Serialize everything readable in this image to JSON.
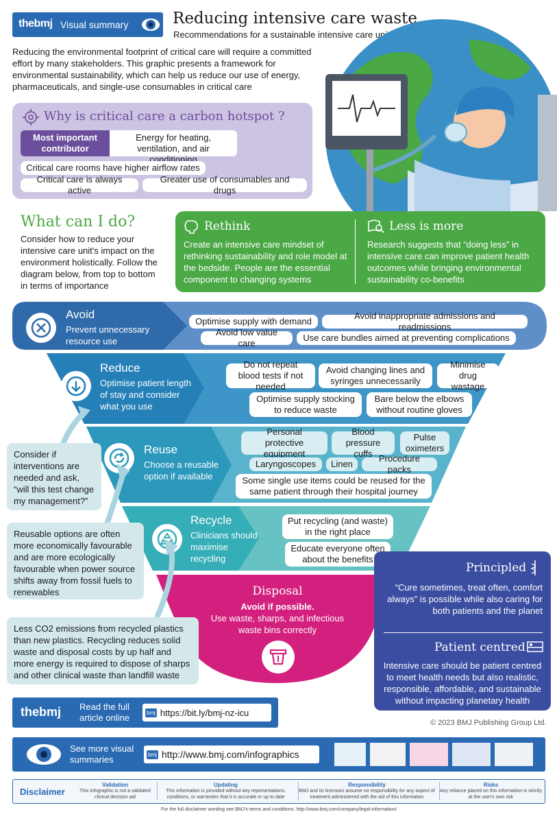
{
  "header": {
    "brand": "thebmj",
    "badge": "Visual summary",
    "title": "Reducing intensive care waste",
    "subtitle": "Recommendations for a sustainable intensive care unit",
    "intro": "Reducing the environmental footprint of critical care will require a committed effort by many stakeholders. This graphic presents a framework for environmental sustainability, which can help us reduce our use of energy, pharmaceuticals, and single-use consumables in critical care"
  },
  "hotspot": {
    "title": "Why is critical care a carbon hotspot ?",
    "most_label": "Most important contributor",
    "most_value": "Energy for heating, ventilation, and air conditioning",
    "items": [
      "Critical care rooms have higher airflow rates",
      "Critical care is always active",
      "Greater use of consumables and drugs"
    ]
  },
  "what": {
    "title": "What can I do?",
    "body": "Consider how to reduce your intensive care unit's impact on the environment holistically. Follow the diagram below, from top to bottom in terms of importance"
  },
  "green": {
    "rethink_title": "Rethink",
    "rethink_body": "Create an intensive care mindset of rethinking sustainability and role model at the bedside. People are the essential component to changing systems",
    "less_title": "Less is more",
    "less_body": "Research suggests that “doing less” in intensive care can improve patient health outcomes while bringing environmental sustainability co-benefits"
  },
  "avoid": {
    "title": "Avoid",
    "sub": "Prevent unnecessary resource use",
    "items": [
      "Optimise supply with demand",
      "Avoid inappropriate admissions and readmissions",
      "Avoid low value care",
      "Use care bundles aimed at preventing complications"
    ]
  },
  "reduce": {
    "title": "Reduce",
    "sub": "Optimise patient length of stay and consider what you use",
    "items": [
      "Do not repeat blood tests if not needed",
      "Avoid changing lines and syringes unnecessarily",
      "Minimise drug wastage",
      "Optimise supply stocking to reduce waste",
      "Bare below the elbows without routine gloves"
    ]
  },
  "reuse": {
    "title": "Reuse",
    "sub": "Choose a reusable option if available",
    "items": [
      "Personal protective equipment",
      "Blood pressure cuffs",
      "Pulse oximeters",
      "Laryngoscopes",
      "Linen",
      "Procedure packs",
      "Some single use items could be reused for the same patient through their hospital journey"
    ]
  },
  "recycle": {
    "title": "Recycle",
    "sub": "Clinicians should maximise recycling",
    "items": [
      "Put recycling (and waste) in the right place",
      "Educate everyone often about the benefits"
    ]
  },
  "disposal": {
    "title": "Disposal",
    "bold": "Avoid if possible.",
    "body": "Use waste, sharps, and infectious waste bins correctly"
  },
  "notes": {
    "n1": "Consider if interventions are needed and ask, “will this test change my management?”",
    "n2": "Reusable options are often more economically favourable and are more ecologically favourable when power source shifts away from fossil fuels to renewables",
    "n3": "Less CO2 emissions from recycled plastics than new plastics. Recycling reduces solid waste and disposal costs by up half and more energy is required to dispose of sharps and other clinical waste than landfill waste"
  },
  "principled": {
    "title": "Principled",
    "body": "“Cure sometimes, treat often, comfort always” is possible while also caring for both patients and the planet",
    "title2": "Patient centred",
    "body2": "Intensive care should be patient centred to meet health needs but also realistic, responsible, affordable, and sustainable without impacting planetary health"
  },
  "article": {
    "brand": "thebmj",
    "label": "Read the full article online",
    "link_badge": "bmj",
    "url": "https://bit.ly/bmj-nz-icu"
  },
  "copyright": "© 2023 BMJ Publishing Group Ltd.",
  "more": {
    "label": "See more visual summaries",
    "link_badge": "bmj",
    "url": "http://www.bmj.com/infographics"
  },
  "disclaimer": {
    "label": "Disclaimer",
    "cols": [
      {
        "head": "Validation",
        "body": "This infographic is not a validated clinical decision aid"
      },
      {
        "head": "Updating",
        "body": "This information is provided without any representations, conditions, or warranties that it is accurate or up to date"
      },
      {
        "head": "Responsibility",
        "body": "BMJ and its licensors assume no responsibility for any aspect of treatment administered with the aid of this information"
      },
      {
        "head": "Risks",
        "body": "Any reliance placed on this information is strictly at the user's own risk"
      }
    ],
    "footer": "For the full disclaimer wording see BMJ's terms and conditions: http://www.bmj.com/company/legal-information/"
  },
  "colors": {
    "bmj_blue": "#2a6ab3",
    "purple": "#7b5ea7",
    "purple_light": "#cdc3e2",
    "green": "#4aa845",
    "avoid": "#2f6aaa",
    "reduce": "#2680b8",
    "reuse": "#2b98bc",
    "recycle": "#36aeb7",
    "disposal": "#d3207e",
    "navy": "#3a4da0"
  }
}
